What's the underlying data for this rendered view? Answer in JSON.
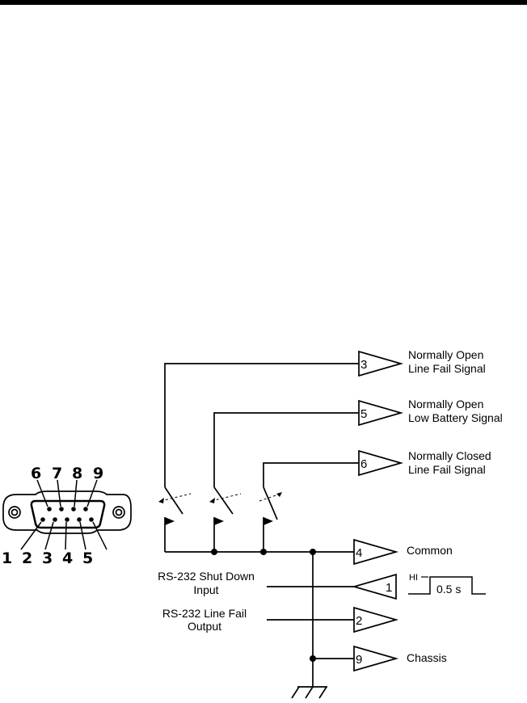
{
  "connector": {
    "top_pins": [
      "6",
      "7",
      "8",
      "9"
    ],
    "bottom_pins": [
      "1",
      "2",
      "3",
      "4",
      "5"
    ]
  },
  "outputs": [
    {
      "pin": "3",
      "line1": "Normally Open",
      "line2": "Line Fail Signal"
    },
    {
      "pin": "5",
      "line1": "Normally Open",
      "line2": "Low Battery Signal"
    },
    {
      "pin": "6",
      "line1": "Normally Closed",
      "line2": "Line Fail Signal"
    },
    {
      "pin": "4",
      "line1": "Common",
      "line2": ""
    },
    {
      "pin": "1",
      "line1": "",
      "line2": ""
    },
    {
      "pin": "2",
      "line1": "",
      "line2": ""
    },
    {
      "pin": "9",
      "line1": "Chassis",
      "line2": ""
    }
  ],
  "inputs": {
    "shutdown": {
      "line1": "RS-232  Shut  Down",
      "line2": "Input"
    },
    "linefail": {
      "line1": "RS-232  Line  Fail",
      "line2": "Output"
    }
  },
  "pulse": {
    "hi_label": "HI",
    "duration": "0.5  s"
  }
}
